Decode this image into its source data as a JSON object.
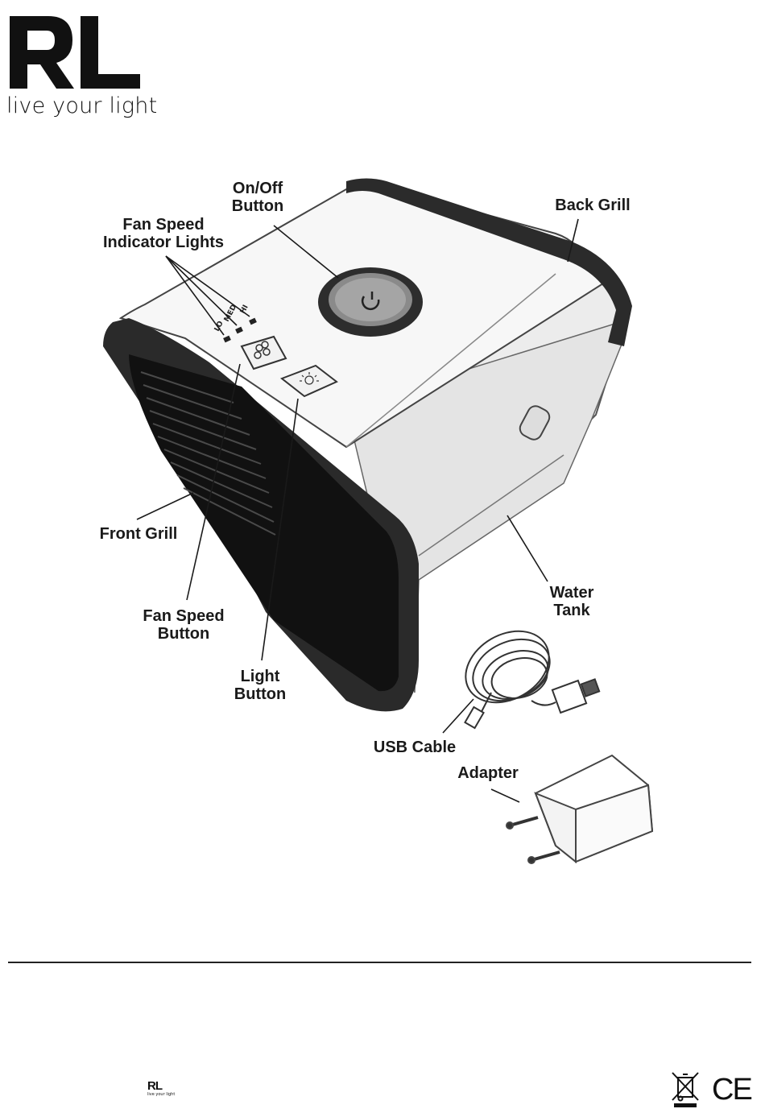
{
  "brand": {
    "mark": "RL",
    "tagline": "live your light"
  },
  "labels": {
    "onoff_line1": "On/Off",
    "onoff_line2": "Button",
    "back_grill": "Back Grill",
    "fan_lights_line1": "Fan Speed",
    "fan_lights_line2": "Indicator Lights",
    "front_grill": "Front Grill",
    "water_line1": "Water",
    "water_line2": "Tank",
    "fan_button_line1": "Fan Speed",
    "fan_button_line2": "Button",
    "light_button_line1": "Light",
    "light_button_line2": "Button",
    "usb_cable": "USB Cable",
    "adapter": "Adapter"
  },
  "indicators": {
    "hi": "HI",
    "med": "MED",
    "lo": "LO"
  },
  "footer": {
    "mark": "RL",
    "tagline": "live your light",
    "ce": "CE",
    "weee_icon": "crossed-out-wheelie-bin-icon"
  }
}
